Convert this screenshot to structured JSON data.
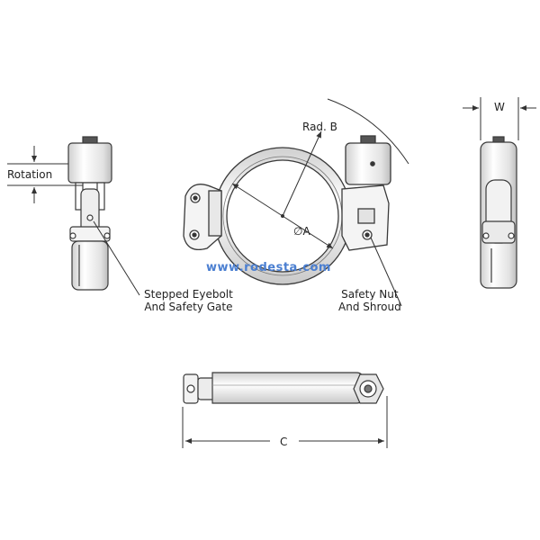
{
  "labels": {
    "rotation": "Rotation",
    "rad_b": "Rad. B",
    "dia_a": "∅A",
    "w": "W",
    "c": "C",
    "stepped_line1": "Stepped Eyebolt",
    "stepped_line2": "And Safety Gate",
    "safety_line1": "Safety Nut",
    "safety_line2": "And Shroud"
  },
  "watermark": "www.rodesta.com",
  "colors": {
    "line": "#3a3a3a",
    "dim": "#333333",
    "watermark": "#4b7fd1",
    "metal_light": "#f2f2f2",
    "metal_mid": "#cfcfcf"
  }
}
